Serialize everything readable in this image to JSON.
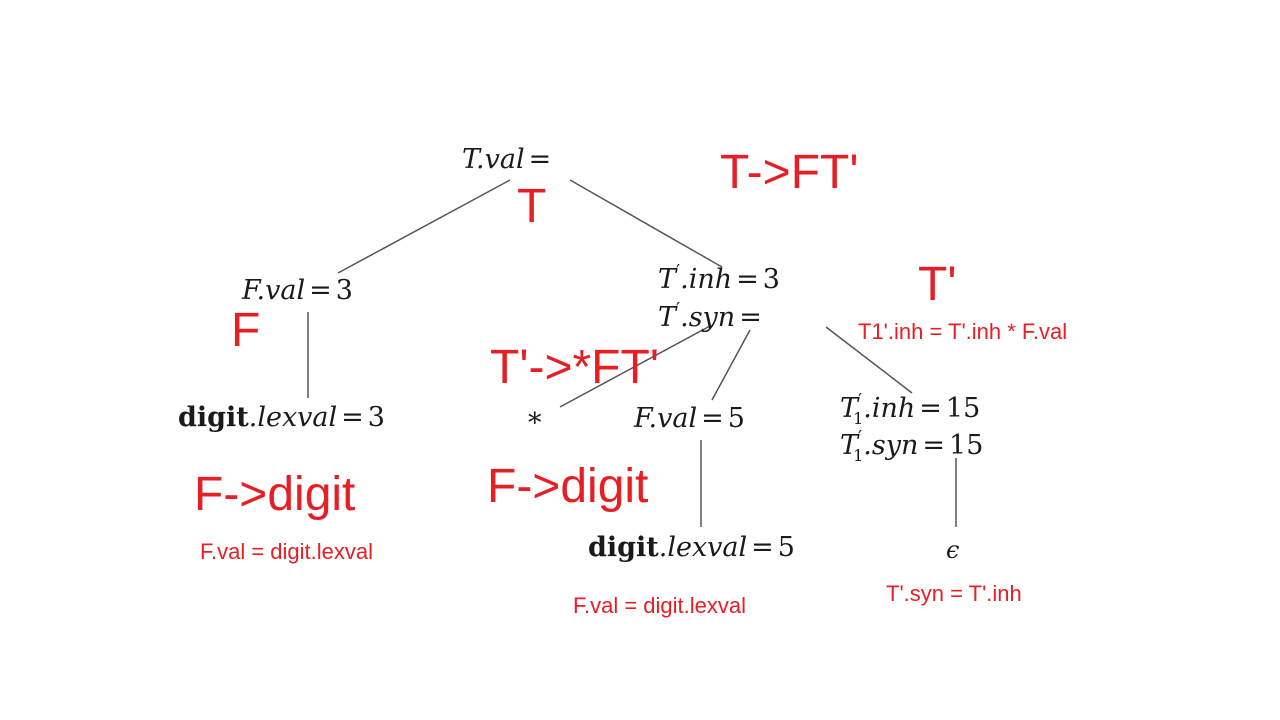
{
  "tree": {
    "root": {
      "lhs": "T.val",
      "eq": "=",
      "value": ""
    },
    "f_left": {
      "lhs": "F.val",
      "eq": "=",
      "value": "3"
    },
    "digit_left": {
      "bold": "digit",
      "rest": ".lexval",
      "eq": "=",
      "value": "3"
    },
    "tprime": {
      "inh": {
        "base": "T",
        "prime": "′",
        "attr": ".inh",
        "eq": "=",
        "value": "3"
      },
      "syn": {
        "base": "T",
        "prime": "′",
        "attr": ".syn",
        "eq": "=",
        "value": ""
      }
    },
    "star": "*",
    "f_right": {
      "lhs": "F.val",
      "eq": "=",
      "value": "5"
    },
    "t1prime": {
      "inh": {
        "base": "T",
        "prime": "′",
        "sub": "1",
        "attr": ".inh",
        "eq": "=",
        "value": "15"
      },
      "syn": {
        "base": "T",
        "prime": "′",
        "sub": "1",
        "attr": ".syn",
        "eq": "=",
        "value": "15"
      }
    },
    "digit_right": {
      "bold": "digit",
      "rest": ".lexval",
      "eq": "=",
      "value": "5"
    },
    "epsilon": "ϵ"
  },
  "annotations": {
    "T": "T",
    "T_prod": "T->FT'",
    "F": "F",
    "Tprime": "T'",
    "Tprime_rule": "T1'.inh = T'.inh * F.val",
    "Tprime_prod": "T'->*FT'",
    "F_digit_left": "F->digit",
    "F_digit_right": "F->digit",
    "F_val_left": "F.val = digit.lexval",
    "F_val_right": "F.val = digit.lexval",
    "Tsyn_rule": "T'.syn = T'.inh"
  },
  "colors": {
    "annotation": "#e81e25",
    "tree_text": "#1a1a1a",
    "edge": "#555555"
  }
}
